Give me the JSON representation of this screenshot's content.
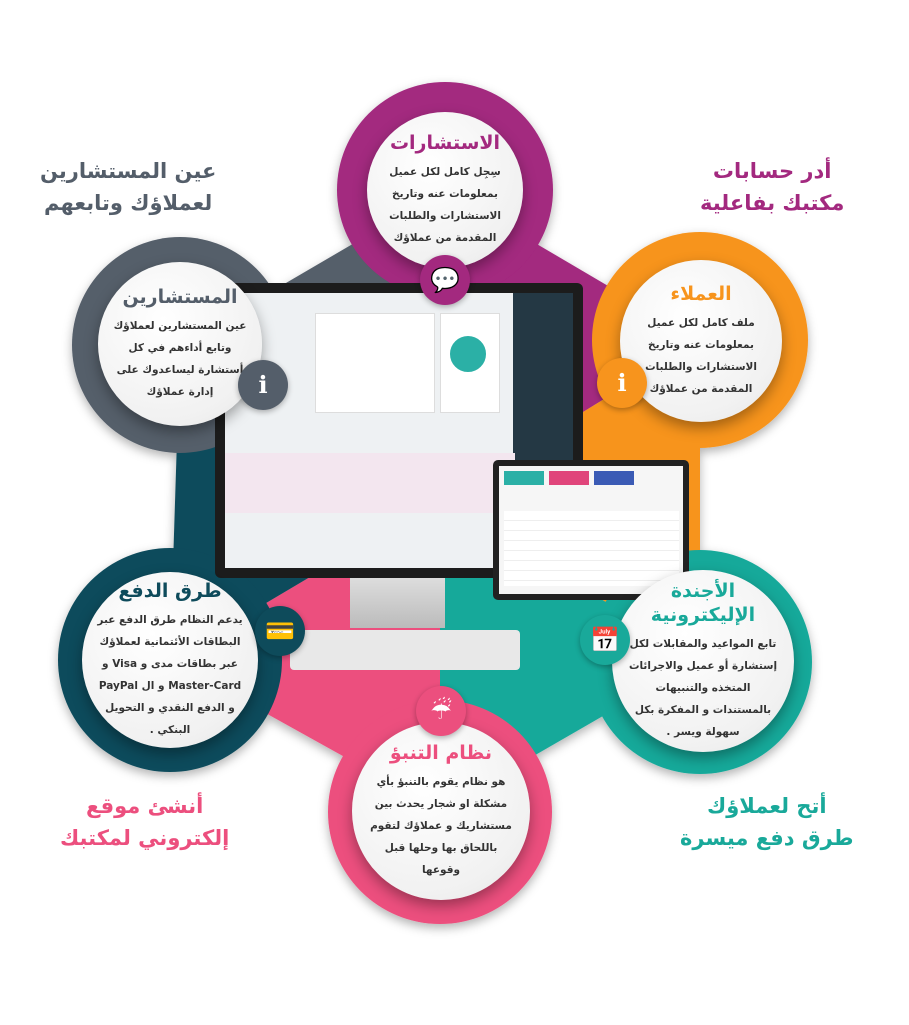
{
  "corners": {
    "top_left": [
      "عين المستشارين",
      "لعملاؤك وتابعهم"
    ],
    "top_right": [
      "أدر حسابات",
      "مكتبك بفاعلية"
    ],
    "bottom_left": [
      "أنشئ موقع",
      "إلكتروني لمكتبك"
    ],
    "bottom_right": [
      "أتح لعملاؤك",
      "طرق دفع ميسرة"
    ]
  },
  "colors": {
    "purple": "#a3297f",
    "orange": "#f7941d",
    "gray": "#545e6a",
    "dark_teal": "#0e4b5b",
    "teal": "#19a99a",
    "pink": "#ec4f7e"
  },
  "cards": {
    "consultations": {
      "title": "الاستشارات",
      "text": "سِجِل كامل لكل عميل بمعلومات عنه وتاريخ الاستشارات والطلبات المقدمة من عملاؤك",
      "icon": "chat-icon"
    },
    "clients": {
      "title": "العملاء",
      "text": "ملف كامل لكل عميل بمعلومات عنه وتاريخ الاستشارات والطلبات المقدمة من عملاؤك",
      "icon": "info-person-icon"
    },
    "consultants": {
      "title": "المستشارين",
      "text": "عين المستشارين لعملاؤك وتابع أداءهم في كل أستشارة ليساعدوك على إدارة عملاؤك",
      "icon": "desk-info-icon"
    },
    "payment": {
      "title": "طرق الدفع",
      "text": "يدعم النظام طرق الدفع عبر البطاقات الأئتمانية لعملاؤك عبر بطاقات مدى و Visa و Master-Card و ال PayPal و الدفع النقدي و التحويل البنكي .",
      "icon": "card-hand-icon"
    },
    "agenda": {
      "title": "الأجندة الإليكترونية",
      "text": "تابع المواعيد والمقابلات لكل إستشارة أو عميل والاجرائات المتخذه والتنبيهات بالمستندات و المفكرة بكل سهولة ويسر .",
      "icon": "calendar-clock-icon"
    },
    "prediction": {
      "title": "نظام التنبؤ",
      "text": "هو نظام يقوم بالتنبؤ بأي مشكلة او شجار يحدث بين مستشاريك و عملاؤك لتقوم باللحاق بها وحلها قبل وقوعها",
      "icon": "cloud-rain-icon"
    }
  }
}
